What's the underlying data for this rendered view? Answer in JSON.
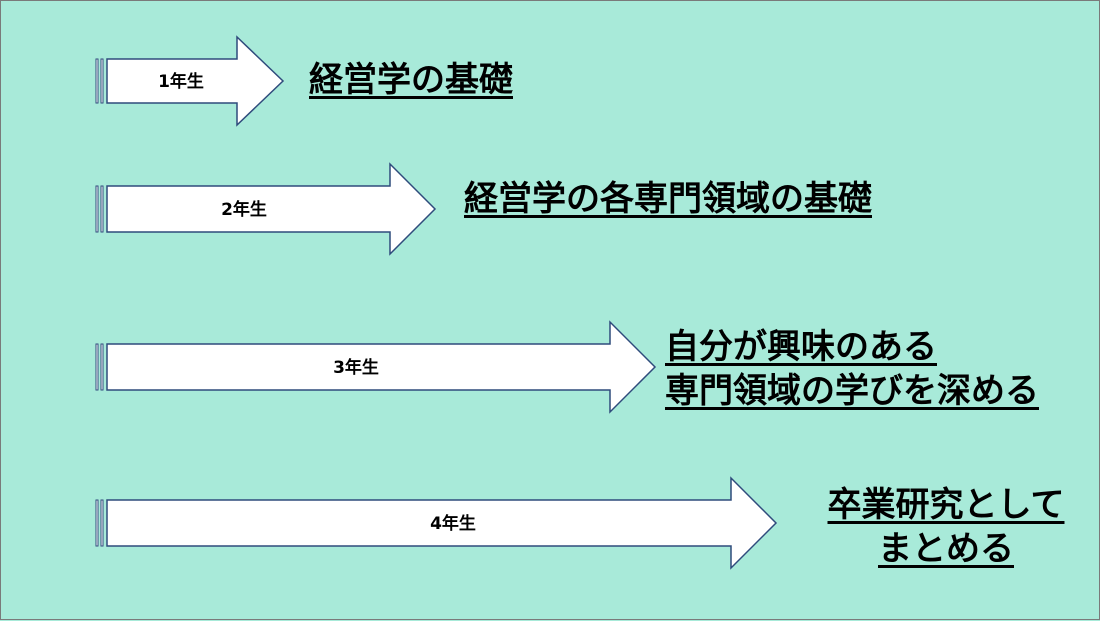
{
  "colors": {
    "background": "#a8ead9",
    "arrow_fill": "#ffffff",
    "arrow_stroke": "#2f4b7c"
  },
  "stages": [
    {
      "label": "1年生",
      "text_lines": [
        "経営学の基礎"
      ]
    },
    {
      "label": "2年生",
      "text_lines": [
        "経営学の各専門領域の基礎"
      ]
    },
    {
      "label": "3年生",
      "text_lines": [
        "自分が興味のある",
        "専門領域の学びを深める"
      ]
    },
    {
      "label": "4年生",
      "text_lines": [
        "卒業研究として",
        "まとめる"
      ]
    }
  ]
}
